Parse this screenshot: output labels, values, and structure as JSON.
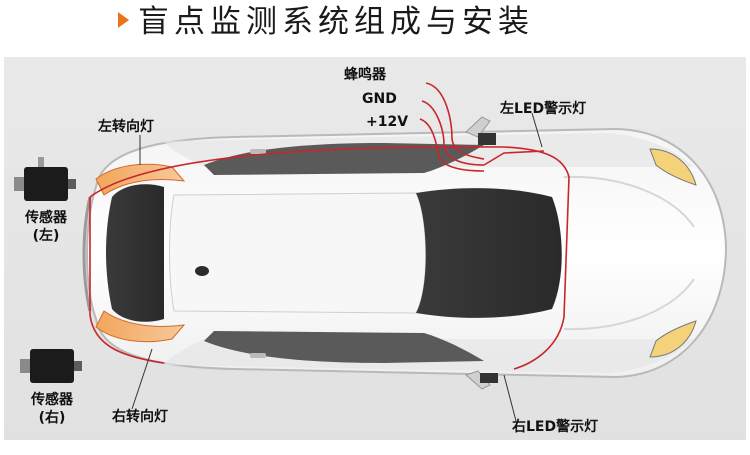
{
  "page": {
    "title": "盲点监测系统组成与安装",
    "accent_color": "#e8731c"
  },
  "diagram": {
    "wire_color": "#c8262c",
    "labels": {
      "buzzer": "蜂鸣器",
      "gnd": "GND",
      "v12": "+12V",
      "left_led": "左LED警示灯",
      "right_led": "右LED警示灯",
      "left_turn": "左转向灯",
      "right_turn": "右转向灯",
      "sensor_left_line1": "传感器",
      "sensor_left_line2": "(左)",
      "sensor_right_line1": "传感器",
      "sensor_right_line2": "(右)"
    },
    "icons": [
      "sensor-box-icon",
      "car-top-view-icon"
    ]
  }
}
